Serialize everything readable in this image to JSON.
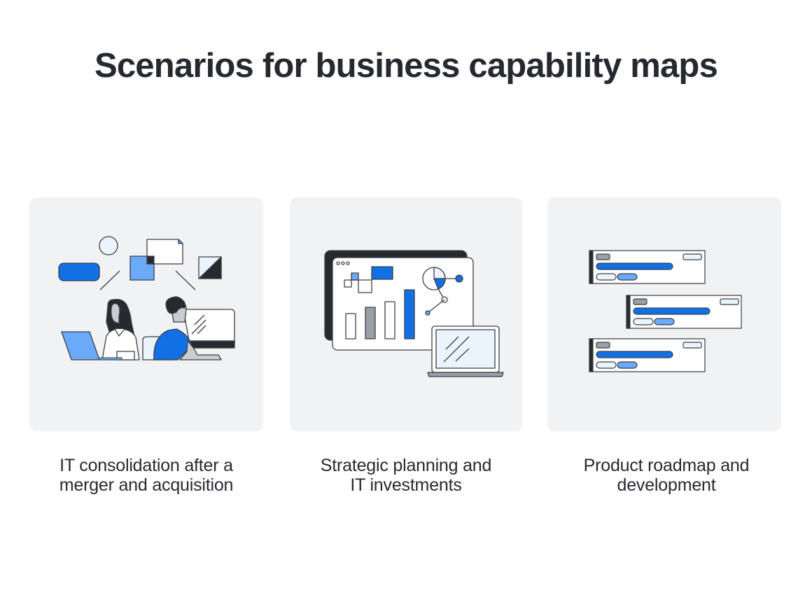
{
  "title": "Scenarios for business capability maps",
  "colors": {
    "text": "#262a30",
    "card_bg": "#f1f2f4",
    "blue": "#1170e4",
    "light_blue": "#6aaaf9",
    "pale_blue": "#ebf3fd",
    "dark": "#262a30",
    "gray": "#9aa0a8",
    "outline": "#3b3f46"
  },
  "scenarios": [
    {
      "illustration": "people-working-at-computers-with-shapes",
      "caption_line1": "IT consolidation after a",
      "caption_line2": "merger and acquisition"
    },
    {
      "illustration": "dashboard-charts-with-laptop",
      "caption_line1": "Strategic planning and",
      "caption_line2": "IT investments"
    },
    {
      "illustration": "roadmap-cards",
      "caption_line1": "Product roadmap and",
      "caption_line2": "development"
    }
  ]
}
